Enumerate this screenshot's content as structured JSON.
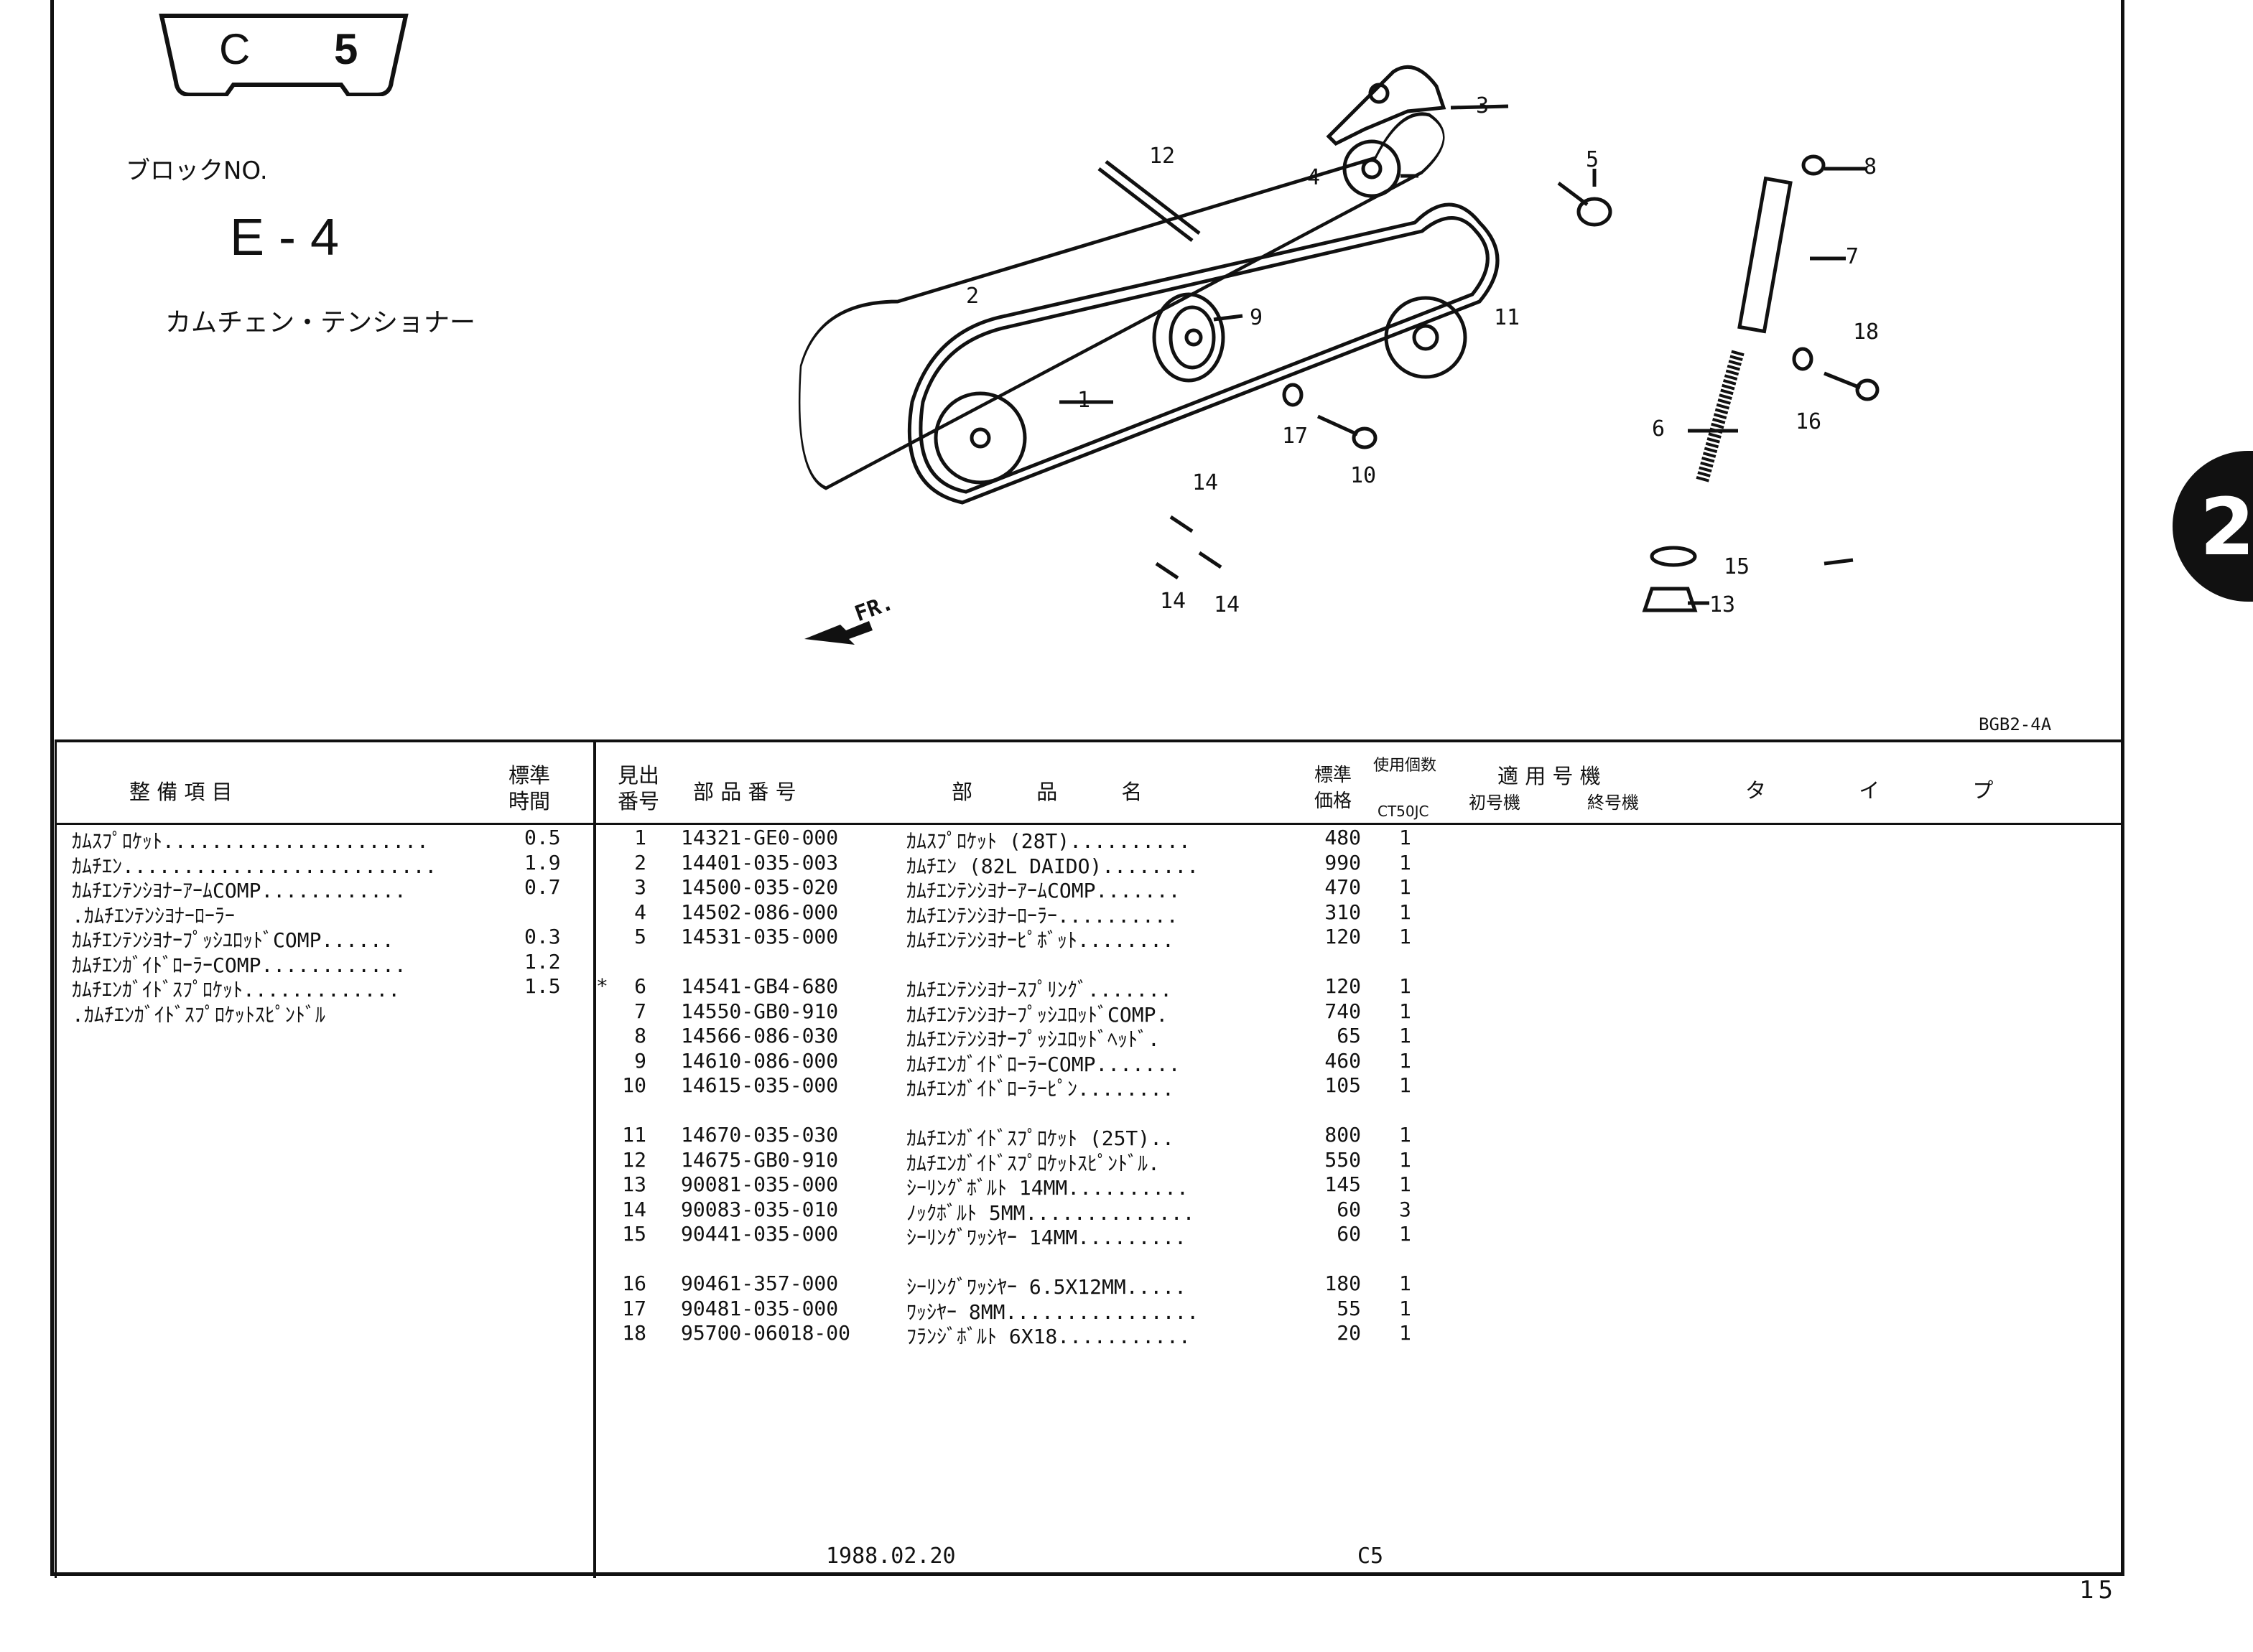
{
  "header": {
    "tab_letter": "C",
    "tab_number": "5",
    "block_label": "ブロックNO.",
    "block_no": "E - 4",
    "block_title": "カムチェン・テンショナー",
    "diagram_code": "BGB2-4A",
    "side_tab_number": "2"
  },
  "diagram": {
    "callouts": [
      "1",
      "2",
      "3",
      "4",
      "5",
      "6",
      "7",
      "8",
      "9",
      "10",
      "11",
      "12",
      "13",
      "14",
      "14",
      "14",
      "15",
      "16",
      "17",
      "18"
    ],
    "front_label": "FR."
  },
  "table": {
    "headers": {
      "work_item": "整 備 項 目",
      "std_time": "標準 時間",
      "ref_no": "見出 番号",
      "part_no": "部 品 番 号",
      "part_name": "部 品 名",
      "price": "標準 価格",
      "qty_used": "使用個数",
      "model": "CT50JC",
      "applicable": "適 用 号 機",
      "first_unit": "初号機",
      "last_unit": "終号機",
      "type": "タ イ プ"
    },
    "work_items": [
      {
        "name": "ｶﾑｽﾌﾟﾛｹｯﾄ......................",
        "time": "0.5"
      },
      {
        "name": "ｶﾑﾁｴﾝ..........................",
        "time": "1.9"
      },
      {
        "name": "ｶﾑﾁｴﾝﾃﾝｼﾖﾅｰｱｰﾑCOMP............",
        "time": "0.7"
      },
      {
        "name": ".ｶﾑﾁｴﾝﾃﾝｼﾖﾅｰﾛｰﾗｰ",
        "time": ""
      },
      {
        "name": "ｶﾑﾁｴﾝﾃﾝｼﾖﾅｰﾌﾟｯｼﾕﾛｯﾄﾞCOMP......",
        "time": "0.3"
      },
      {
        "name": "ｶﾑﾁｴﾝｶﾞｲﾄﾞﾛｰﾗｰCOMP............",
        "time": "1.2"
      },
      {
        "name": "ｶﾑﾁｴﾝｶﾞｲﾄﾞｽﾌﾟﾛｹｯﾄ.............",
        "time": "1.5"
      },
      {
        "name": ".ｶﾑﾁｴﾝｶﾞｲﾄﾞｽﾌﾟﾛｹｯﾄｽﾋﾟﾝﾄﾞﾙ",
        "time": ""
      }
    ],
    "parts": [
      {
        "mark": "",
        "ref": "1",
        "part_no": "14321-GE0-000",
        "name": "ｶﾑｽﾌﾟﾛｹｯﾄ (28T)..........",
        "price": "480",
        "qty": "1"
      },
      {
        "mark": "",
        "ref": "2",
        "part_no": "14401-035-003",
        "name": "ｶﾑﾁｴﾝ (82L DAIDO)........",
        "price": "990",
        "qty": "1"
      },
      {
        "mark": "",
        "ref": "3",
        "part_no": "14500-035-020",
        "name": "ｶﾑﾁｴﾝﾃﾝｼﾖﾅｰｱｰﾑCOMP.......",
        "price": "470",
        "qty": "1"
      },
      {
        "mark": "",
        "ref": "4",
        "part_no": "14502-086-000",
        "name": "ｶﾑﾁｴﾝﾃﾝｼﾖﾅｰﾛｰﾗｰ..........",
        "price": "310",
        "qty": "1"
      },
      {
        "mark": "",
        "ref": "5",
        "part_no": "14531-035-000",
        "name": "ｶﾑﾁｴﾝﾃﾝｼﾖﾅｰﾋﾟﾎﾞｯﾄ........",
        "price": "120",
        "qty": "1"
      },
      {
        "mark": "*",
        "ref": "6",
        "part_no": "14541-GB4-680",
        "name": "ｶﾑﾁｴﾝﾃﾝｼﾖﾅｰｽﾌﾟﾘﾝｸﾞ.......",
        "price": "120",
        "qty": "1"
      },
      {
        "mark": "",
        "ref": "7",
        "part_no": "14550-GB0-910",
        "name": "ｶﾑﾁｴﾝﾃﾝｼﾖﾅｰﾌﾟｯｼﾕﾛｯﾄﾞCOMP.",
        "price": "740",
        "qty": "1"
      },
      {
        "mark": "",
        "ref": "8",
        "part_no": "14566-086-030",
        "name": "ｶﾑﾁｴﾝﾃﾝｼﾖﾅｰﾌﾟｯｼﾕﾛｯﾄﾞﾍｯﾄﾞ.",
        "price": "65",
        "qty": "1"
      },
      {
        "mark": "",
        "ref": "9",
        "part_no": "14610-086-000",
        "name": "ｶﾑﾁｴﾝｶﾞｲﾄﾞﾛｰﾗｰCOMP.......",
        "price": "460",
        "qty": "1"
      },
      {
        "mark": "",
        "ref": "10",
        "part_no": "14615-035-000",
        "name": "ｶﾑﾁｴﾝｶﾞｲﾄﾞﾛｰﾗｰﾋﾟﾝ........",
        "price": "105",
        "qty": "1"
      },
      {
        "mark": "",
        "ref": "11",
        "part_no": "14670-035-030",
        "name": "ｶﾑﾁｴﾝｶﾞｲﾄﾞｽﾌﾟﾛｹｯﾄ (25T)..",
        "price": "800",
        "qty": "1"
      },
      {
        "mark": "",
        "ref": "12",
        "part_no": "14675-GB0-910",
        "name": "ｶﾑﾁｴﾝｶﾞｲﾄﾞｽﾌﾟﾛｹｯﾄｽﾋﾟﾝﾄﾞﾙ.",
        "price": "550",
        "qty": "1"
      },
      {
        "mark": "",
        "ref": "13",
        "part_no": "90081-035-000",
        "name": "ｼｰﾘﾝｸﾞﾎﾞﾙﾄ 14MM..........",
        "price": "145",
        "qty": "1"
      },
      {
        "mark": "",
        "ref": "14",
        "part_no": "90083-035-010",
        "name": "ﾉｯｸﾎﾞﾙﾄ 5MM..............",
        "price": "60",
        "qty": "3"
      },
      {
        "mark": "",
        "ref": "15",
        "part_no": "90441-035-000",
        "name": "ｼｰﾘﾝｸﾞﾜｯｼﾔｰ 14MM.........",
        "price": "60",
        "qty": "1"
      },
      {
        "mark": "",
        "ref": "16",
        "part_no": "90461-357-000",
        "name": "ｼｰﾘﾝｸﾞﾜｯｼﾔｰ 6.5X12MM.....",
        "price": "180",
        "qty": "1"
      },
      {
        "mark": "",
        "ref": "17",
        "part_no": "90481-035-000",
        "name": "ﾜｯｼﾔｰ 8MM................",
        "price": "55",
        "qty": "1"
      },
      {
        "mark": "",
        "ref": "18",
        "part_no": "95700-06018-00",
        "name": "ﾌﾗﾝｼﾞﾎﾞﾙﾄ 6X18...........",
        "price": "20",
        "qty": "1"
      }
    ],
    "footer_date": "1988.02.20",
    "footer_code": "C5"
  },
  "page_number": "15"
}
